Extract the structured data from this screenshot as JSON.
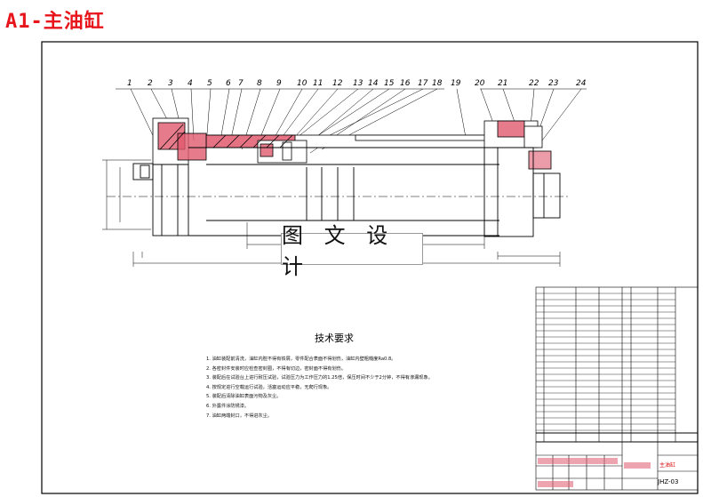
{
  "title": "A1-主油缸",
  "watermark": "图 文 设 计",
  "part_numbers": [
    "1",
    "2",
    "3",
    "4",
    "5",
    "6",
    "7",
    "8",
    "9",
    "10",
    "11",
    "12",
    "13",
    "14",
    "15",
    "16",
    "17",
    "18",
    "19",
    "20",
    "21",
    "22",
    "23",
    "24"
  ],
  "tech_requirements": {
    "heading": "技术要求",
    "items": [
      "1. 油缸装配前清洗，油缸内腔不得有铁屑，零件配合表面不得划伤，油缸内壁粗糙度Ra0.8。",
      "2. 各密封件安装时应检查密封圈，不得有切边，密封面不得有划伤。",
      "3. 装配后在试验台上进行耐压试验，试验压力为工作压力的1.25倍，保压时间不少于2分钟，不得有渗漏现象。",
      "4. 按规定进行空载运行试验，活塞运动应平稳，无爬行现象。",
      "5. 装配后清除油缸表面污物及灰尘。",
      "6. 外露件涂防锈漆。",
      "7. 油缸两端封口，不得进灰尘。"
    ]
  },
  "title_block": {
    "drawing_name": "主油缸",
    "drawing_number": "JHZ-03"
  },
  "colors": {
    "title": "#e8141b",
    "section_fill": "#e05a6e",
    "line": "#000000"
  }
}
